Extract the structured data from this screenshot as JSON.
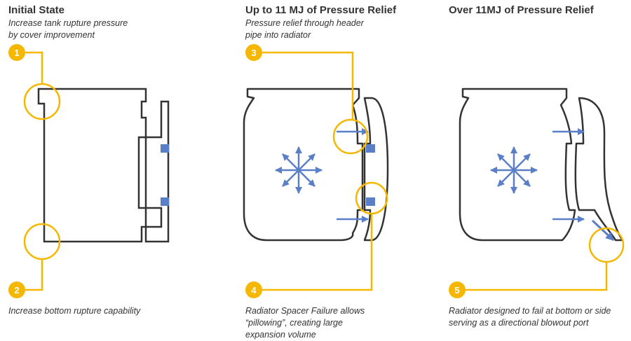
{
  "panels": [
    {
      "title": "Initial State",
      "subtitle": "Increase tank rupture pressure\nby cover improvement"
    },
    {
      "title": "Up to 11 MJ of Pressure Relief",
      "subtitle": "Pressure relief through header\npipe into radiator"
    },
    {
      "title": "Over 11MJ of Pressure Relief",
      "subtitle": ""
    }
  ],
  "markers": [
    {
      "number": "1"
    },
    {
      "number": "2",
      "caption": "Increase bottom rupture capability"
    },
    {
      "number": "3"
    },
    {
      "number": "4",
      "caption": "Radiator Spacer Failure allows\n“pillowing”, creating large\nexpansion volume"
    },
    {
      "number": "5",
      "caption": "Radiator designed to fail at bottom or side\nserving as a directional blowout port"
    }
  ],
  "colors": {
    "outline": "#333333",
    "accent": "#F5B700",
    "arrow": "#5B7FC7",
    "text": "#333333"
  }
}
